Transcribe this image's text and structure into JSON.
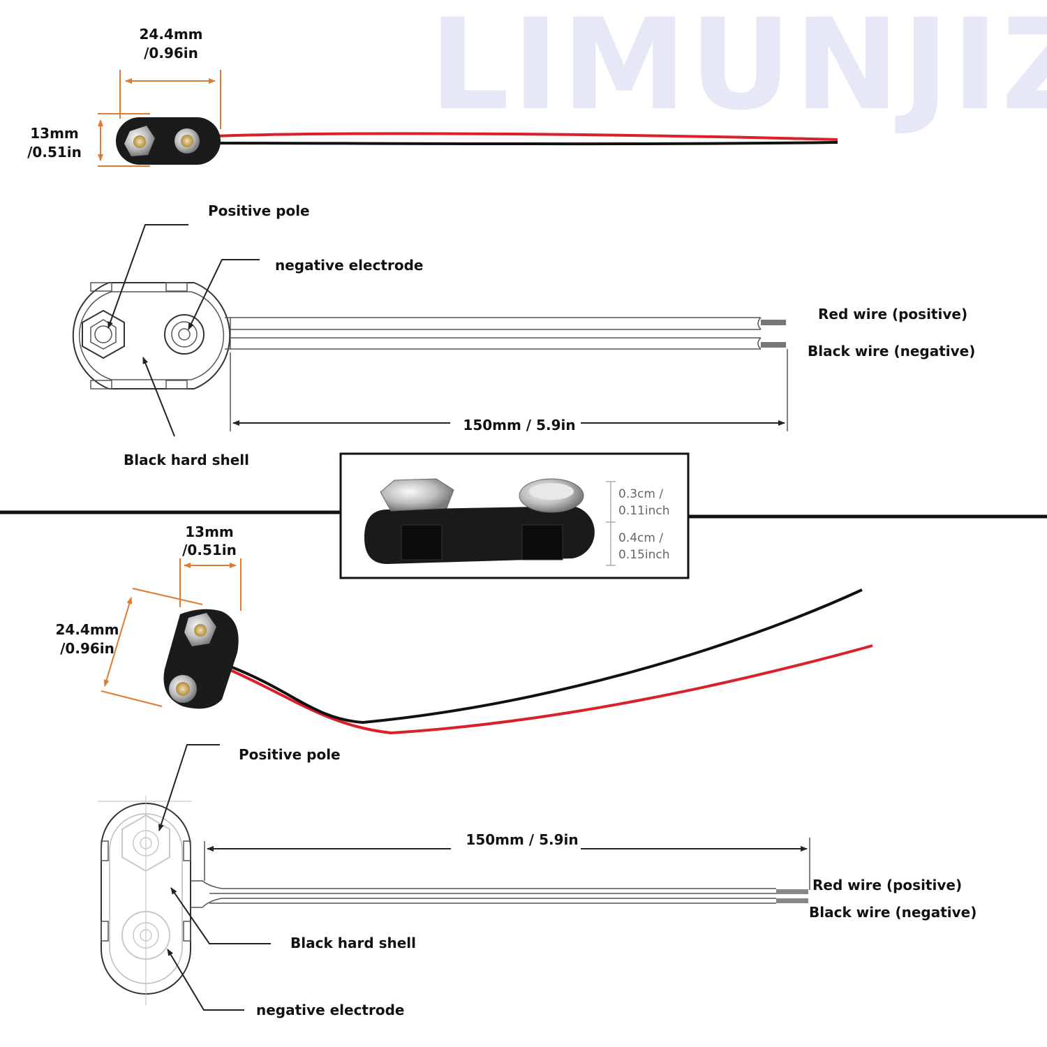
{
  "watermark": {
    "text": "LIMUNJIZ"
  },
  "top_photo": {
    "width_dim": {
      "line1": "24.4mm",
      "line2": "/0.96in"
    },
    "height_dim": {
      "line1": "13mm",
      "line2": "/0.51in"
    }
  },
  "top_drawing": {
    "positive_pole": "Positive pole",
    "negative_electrode": "negative electrode",
    "red_wire": "Red wire (positive)",
    "black_wire": "Black wire (negative)",
    "length": "150mm / 5.9in",
    "black_shell": "Black hard shell"
  },
  "inset": {
    "dim1_line1": "0.3cm /",
    "dim1_line2": "0.11inch",
    "dim2_line1": "0.4cm /",
    "dim2_line2": "0.15inch"
  },
  "bottom_photo": {
    "width_dim": {
      "line1": "13mm",
      "line2": "/0.51in"
    },
    "height_dim": {
      "line1": "24.4mm",
      "line2": "/0.96in"
    }
  },
  "bottom_drawing": {
    "positive_pole": "Positive pole",
    "length": "150mm / 5.9in",
    "red_wire": "Red wire (positive)",
    "black_wire": "Black wire (negative)",
    "black_shell": "Black hard shell",
    "negative_electrode": "negative electrode"
  },
  "colors": {
    "dimension_lines": "#e07a2e",
    "red_wire": "#d9202c",
    "black_wire": "#111111",
    "watermark": "#e6e8f8"
  }
}
